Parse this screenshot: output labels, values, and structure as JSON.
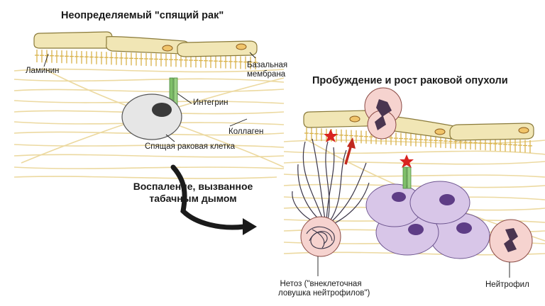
{
  "left_panel": {
    "title": "Неопределяемый \"спящий рак\"",
    "labels": {
      "laminin": "Ламинин",
      "basement_membrane_line1": "Базальная",
      "basement_membrane_line2": "мембрана",
      "integrin": "Интегрин",
      "collagen": "Коллаген",
      "dormant_cell": "Спящая раковая клетка"
    }
  },
  "transition": {
    "line1": "Воспаление, вызванное",
    "line2": "табачным дымом"
  },
  "right_panel": {
    "title": "Пробуждение и рост раковой опухоли",
    "labels": {
      "netosis_line1": "Нетоз (\"внеклеточная",
      "netosis_line2": "ловушка нейтрофилов\")",
      "neutrophil": "Нейтрофил"
    }
  },
  "colors": {
    "membrane_fill": "#f1e6b5",
    "membrane_stroke": "#8a7a3a",
    "collagen": "#ecd9a0",
    "laminin": "#d9b24a",
    "integrin": "#7fbf6a",
    "dormant_cell": "#e6e6e6",
    "nucleus_dark": "#3a3a3a",
    "tumor_cell": "#d8c6e8",
    "tumor_nucleus": "#5e3d86",
    "neutrophil": "#f6d3cf",
    "neutrophil_nucleus": "#4a3550",
    "star": "#d9231f",
    "arrow": "#c0281f"
  }
}
